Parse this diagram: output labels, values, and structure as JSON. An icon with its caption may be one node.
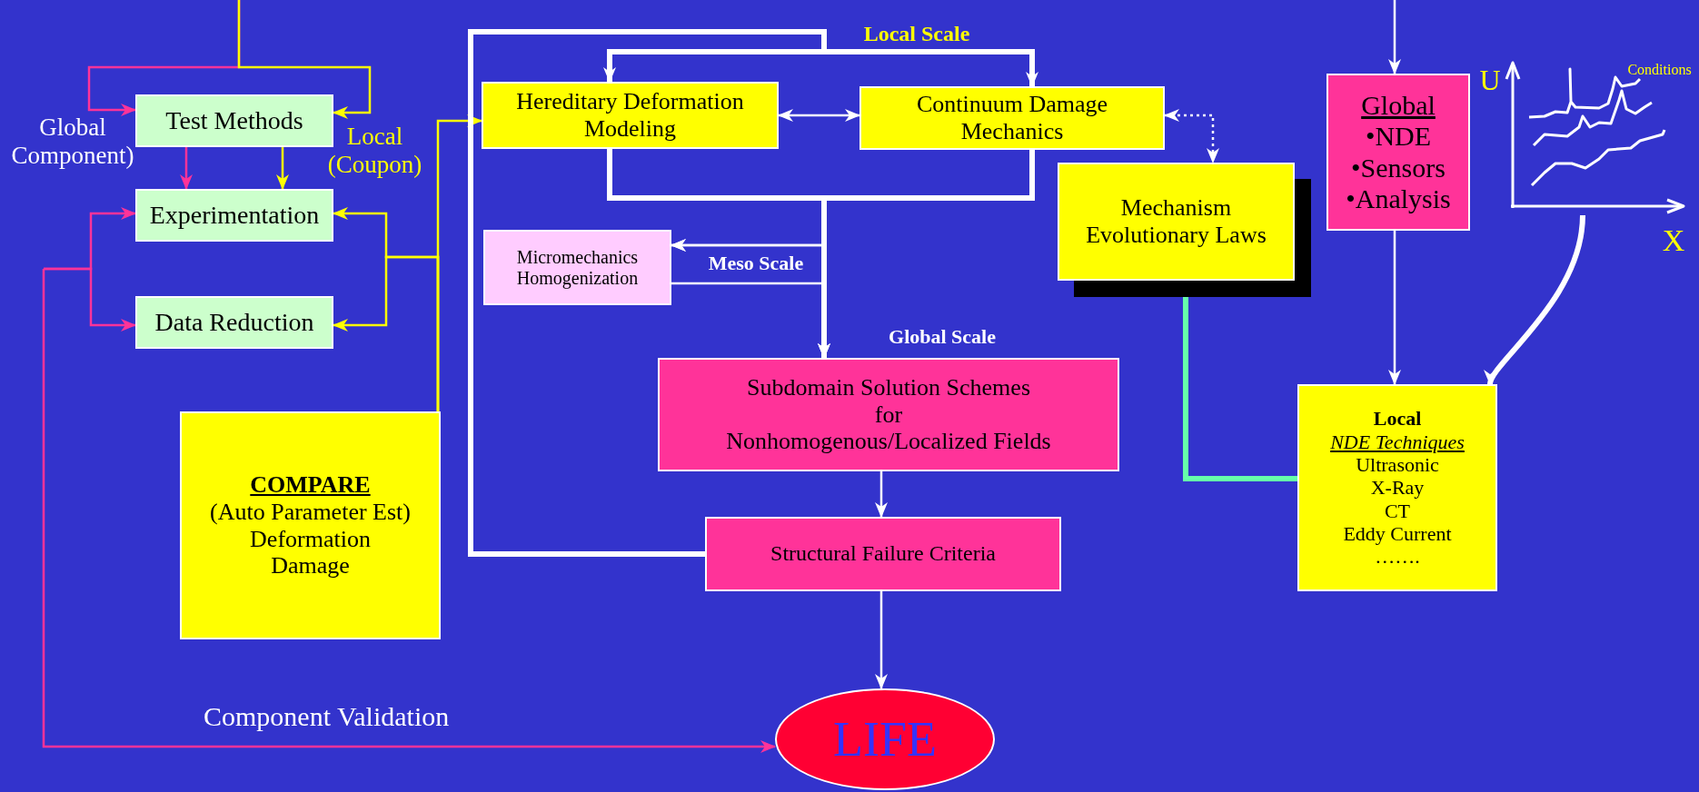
{
  "diagram": {
    "nodes": [
      {
        "text": [
          "Test Methods"
        ]
      },
      {
        "text": [
          "Experimentation"
        ]
      },
      {
        "text": [
          "Data Reduction"
        ]
      },
      {
        "text": [
          "COMPARE",
          "(Auto Parameter Est)",
          "Deformation",
          "Damage"
        ]
      },
      {
        "text": [
          "Hereditary Deformation Modeling"
        ]
      },
      {
        "text": [
          "Continuum Damage Mechanics"
        ]
      },
      {
        "text": [
          "Micromechanics Homogenization"
        ]
      },
      {
        "text": [
          "Mechanism Evolutionary Laws"
        ]
      },
      {
        "text": [
          "Subdomain Solution Schemes",
          "for",
          "Nonhomogenous/Localized Fields"
        ]
      },
      {
        "text": [
          "Structural Failure Criteria"
        ]
      },
      {
        "text": [
          "LIFE"
        ]
      },
      {
        "text": [
          "Global",
          "•NDE",
          "•Sensors",
          "•Analysis"
        ]
      },
      {
        "text": [
          "Local",
          "NDE Techniques",
          "Ultrasonic",
          "X-Ray",
          "CT",
          "Eddy Current",
          "……."
        ]
      },
      {
        "text": [],
        "shape": "picture"
      }
    ],
    "edges": [
      {
        "from": null,
        "to": 0,
        "arrow": "to",
        "color": "#ff3399"
      },
      {
        "from": null,
        "to": 0,
        "arrow": "to",
        "color": "#ffff00"
      },
      {
        "from": 0,
        "to": 1,
        "arrow": "to",
        "color": "#ff3399"
      },
      {
        "from": 0,
        "to": 1,
        "arrow": "to",
        "color": "#ffff00"
      },
      {
        "from": null,
        "to": 1,
        "arrow": "to",
        "color": "#ff3399"
      },
      {
        "from": null,
        "to": 2,
        "arrow": "to",
        "color": "#ff3399"
      },
      {
        "from": null,
        "to": 10,
        "arrow": "to",
        "color": "#ff3399",
        "label": "Component Validation"
      },
      {
        "from": 3,
        "to": 4,
        "arrow": "to",
        "color": "#ffff00"
      },
      {
        "from": 3,
        "to": 1,
        "arrow": "to",
        "color": "#ffff00"
      },
      {
        "from": 3,
        "to": 2,
        "arrow": "to",
        "color": "#ffff00"
      },
      {
        "from": 9,
        "to": 4,
        "arrow": "to",
        "style": "thick"
      },
      {
        "from": 9,
        "to": 5,
        "arrow": "to",
        "style": "thick"
      },
      {
        "from": 4,
        "to": 5,
        "arrow": "both"
      },
      {
        "from": 5,
        "to": 7,
        "arrow": "both",
        "style": "dashed"
      },
      {
        "from": 4,
        "to": 8,
        "arrow": "to",
        "style": "thick"
      },
      {
        "from": 5,
        "to": 8,
        "arrow": "to",
        "style": "thick"
      },
      {
        "from": 4,
        "to": 6,
        "arrow": "to"
      },
      {
        "from": 5,
        "to": 6,
        "arrow": "to"
      },
      {
        "from": 6,
        "to": 8,
        "arrow": "to"
      },
      {
        "from": null,
        "to": 11,
        "arrow": "to"
      },
      {
        "from": 13,
        "to": 12,
        "arrow": "to",
        "style": "thick"
      },
      {
        "from": 11,
        "to": 12,
        "arrow": "to"
      },
      {
        "from": 12,
        "to": 7,
        "arrow": "to",
        "style": "thick",
        "color": "#66ffaa"
      },
      {
        "from": 8,
        "to": 9,
        "arrow": "to"
      },
      {
        "from": 9,
        "to": 10,
        "arrow": "to"
      }
    ],
    "labels": [
      "Local Scale",
      "Conditions",
      "U",
      "Global Component)",
      "Local (Coupon)",
      "X",
      "Meso Scale",
      "Global Scale"
    ]
  }
}
